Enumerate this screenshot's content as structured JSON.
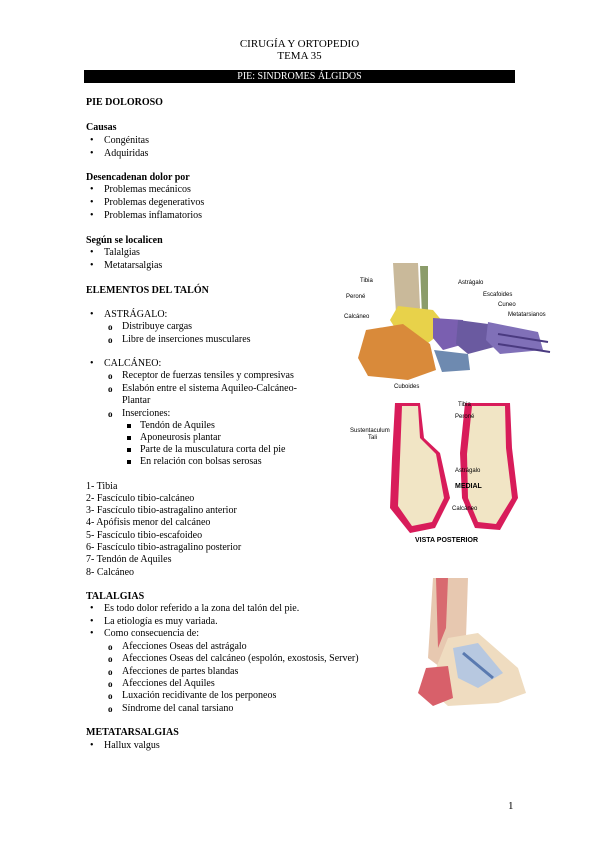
{
  "header": {
    "line1": "CIRUGÍA Y ORTOPEDIO",
    "line2": "TEMA 35",
    "bar": "PIE: SINDROMES ÁLGIDOS"
  },
  "pie_doloroso": {
    "title": "PIE DOLOROSO"
  },
  "causas": {
    "title": "Causas",
    "items": [
      "Congénitas",
      "Adquiridas"
    ]
  },
  "desencadenan": {
    "title": "Desencadenan dolor por",
    "items": [
      "Problemas mecánicos",
      "Problemas degenerativos",
      "Problemas inflamatorios"
    ]
  },
  "localicen": {
    "title": "Según se localicen",
    "items": [
      "Talalgias",
      "Metatarsalgias"
    ]
  },
  "elementos": {
    "title": "ELEMENTOS DEL TALÓN",
    "astragalo": "ASTRÁGALO:",
    "astragalo_items": [
      "Distribuye cargas",
      "Libre de inserciones musculares"
    ],
    "calcaneo": "CALCÁNEO:",
    "calcaneo_items": [
      "Receptor de fuerzas tensiles y compresivas",
      "Eslabón entre el sistema Aquileo-Calcáneo-",
      "Plantar",
      "Inserciones:"
    ],
    "inserciones": [
      "Tendón de Aquiles",
      "Aponeurosis plantar",
      "Parte de la musculatura corta del pie",
      "En relación con bolsas serosas"
    ]
  },
  "numbered": [
    "1- Tibia",
    "2- Fascículo tibio-calcáneo",
    "3- Fascículo tibio-astragalino anterior",
    "4- Apófisis menor del calcáneo",
    "5- Fascículo tibio-escafoideo",
    "6- Fascículo tibio-astragalino posterior",
    "7- Tendón de Aquiles",
    "8- Calcáneo"
  ],
  "talalgias": {
    "title": "TALALGIAS",
    "items": [
      "Es todo dolor referido a la zona del talón del pie.",
      "La etiología es muy variada.",
      "Como consecuencia de:"
    ],
    "sub": [
      "Afecciones Oseas del astrágalo",
      "Afecciones Oseas del calcáneo (espolón, exostosis, Server)",
      "Afecciones de partes blandas",
      "Afecciones del Aquiles",
      "Luxación recidivante de los perponeos",
      "Síndrome del canal tarsiano"
    ]
  },
  "metatarsalgias": {
    "title": "METATARSALGIAS",
    "items": [
      "Hallux valgus"
    ]
  },
  "figure1": {
    "labels": [
      "Tibia",
      "Peroné",
      "Astrágalo",
      "Escafoides",
      "Cuneo",
      "Metatarsianos",
      "Calcáneo",
      "Cuboides"
    ]
  },
  "figure2": {
    "labels": [
      "Tibia",
      "Peroné",
      "Sustentaculum",
      "Tali",
      "Astrágalo",
      "MEDIAL",
      "Calcáneo"
    ],
    "caption": "VISTA POSTERIOR"
  },
  "page_number": "1"
}
